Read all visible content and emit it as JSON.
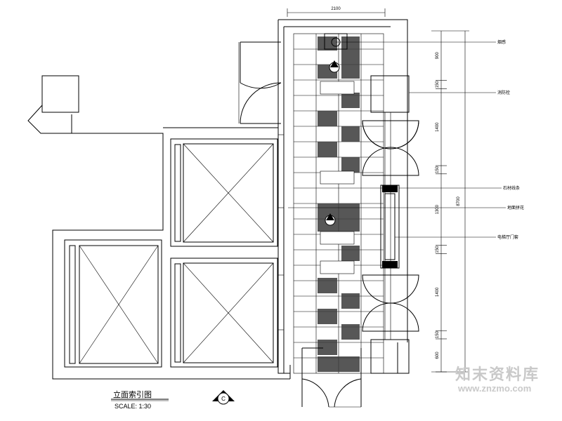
{
  "drawing": {
    "title": "立面索引图",
    "scale": "SCALE: 1:30",
    "section_marker": "C",
    "top_dimension": "2100",
    "dimension_chain": [
      "900",
      "150",
      "1400",
      "150",
      "1300",
      "150",
      "1400",
      "150",
      "600"
    ],
    "overall_dimension": "8700",
    "callouts": [
      "烟感",
      "消防栓",
      "石材线条",
      "地面拼花",
      "电梯厅门套"
    ]
  },
  "watermark": {
    "brand": "知末资料库",
    "url": "www.znzmo.com"
  }
}
